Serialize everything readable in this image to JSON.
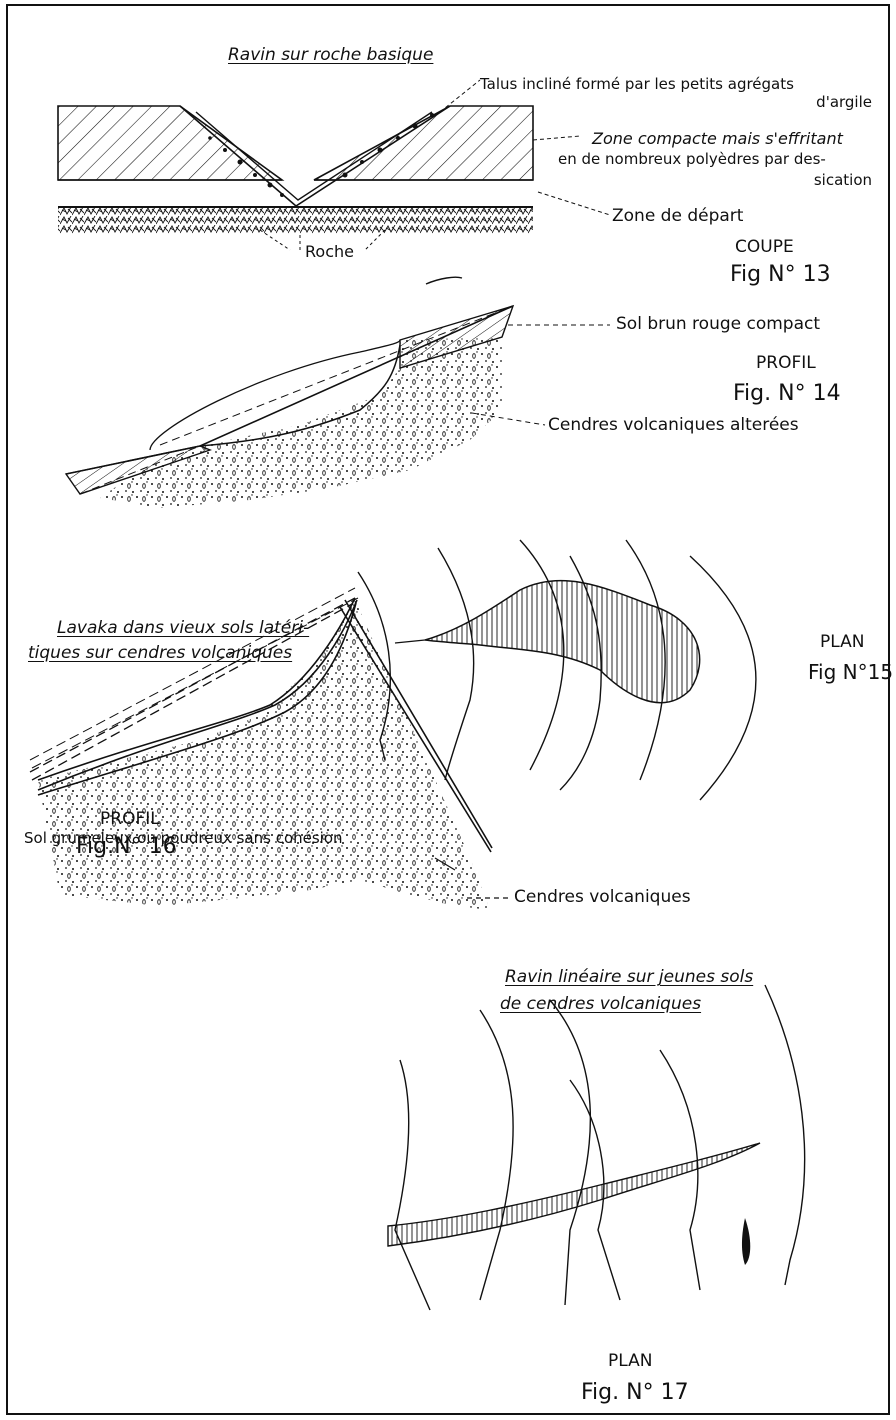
{
  "fig13": {
    "title": "Ravin sur roche basique",
    "talus_1": "Talus incliné formé par les petits agrégats",
    "talus_2": "d'argile",
    "zone_compacte_1": "Zone compacte mais s'effritant",
    "zone_compacte_2": "en de nombreux polyèdres par des-",
    "zone_compacte_3": "sication",
    "zone_depart": "Zone de départ",
    "roche": "Roche",
    "coupe": "COUPE",
    "fig": "Fig N° 13"
  },
  "fig14": {
    "sol_brun": "Sol brun rouge compact",
    "profil": "PROFIL",
    "fig": "Fig. N° 14",
    "cendres": "Cendres volcaniques alterées"
  },
  "fig15": {
    "title_1": "Lavaka dans vieux sols latéri-",
    "title_2": "tiques sur cendres volcaniques",
    "plan": "PLAN",
    "fig": "Fig N°15"
  },
  "fig16": {
    "sol_grumeleux": "Sol grumeleux ou poudreux sans cohésion",
    "cendres": "Cendres volcaniques",
    "profil": "PROFIL",
    "fig": "Fig.N° 16"
  },
  "fig17": {
    "title_1": "Ravin linéaire sur jeunes sols",
    "title_2": "de cendres volcaniques",
    "plan": "PLAN",
    "fig": "Fig. N° 17"
  }
}
